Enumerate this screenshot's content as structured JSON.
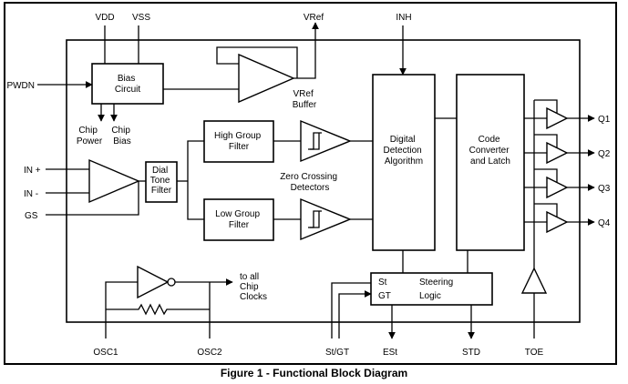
{
  "caption": "Figure 1 - Functional Block Diagram",
  "pins": {
    "vdd": "VDD",
    "vss": "VSS",
    "vref": "VRef",
    "inh": "INH",
    "pwdn": "PWDN",
    "in_plus": "IN +",
    "in_minus": "IN -",
    "gs": "GS",
    "osc1": "OSC1",
    "osc2": "OSC2",
    "st_gt": "St/GT",
    "est": "ESt",
    "std": "STD",
    "toe": "TOE",
    "q1": "Q1",
    "q2": "Q2",
    "q3": "Q3",
    "q4": "Q4"
  },
  "blocks": {
    "bias": [
      "Bias",
      "Circuit"
    ],
    "high_filter": [
      "High Group",
      "Filter"
    ],
    "low_filter": [
      "Low Group",
      "Filter"
    ],
    "dial_tone": [
      "Dial",
      "Tone",
      "Filter"
    ],
    "detection": [
      "Digital",
      "Detection",
      "Algorithm"
    ],
    "converter": [
      "Code",
      "Converter",
      "and Latch"
    ],
    "steering_st": "St",
    "steering_gt": "GT",
    "steering": [
      "Steering",
      "Logic"
    ]
  },
  "labels": {
    "chip_power": [
      "Chip",
      "Power"
    ],
    "chip_bias": [
      "Chip",
      "Bias"
    ],
    "vref_buffer": [
      "VRef",
      "Buffer"
    ],
    "zero_crossing": [
      "Zero Crossing",
      "Detectors"
    ],
    "chip_clocks": [
      "to all",
      "Chip",
      "Clocks"
    ]
  }
}
